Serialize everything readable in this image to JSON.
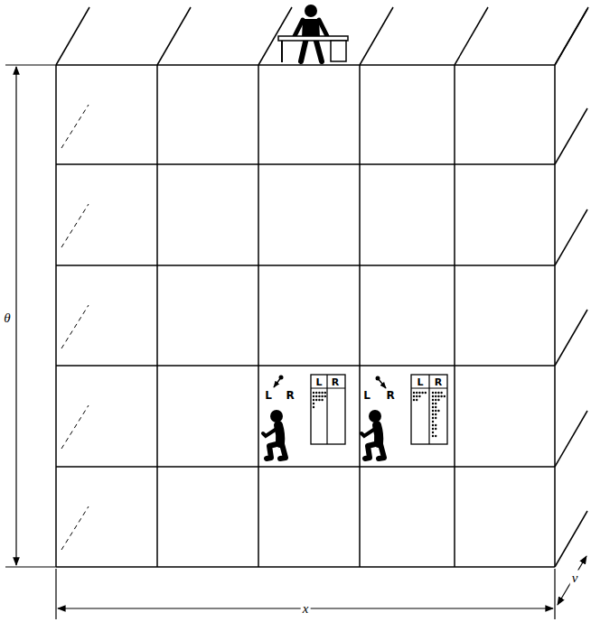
{
  "diagram": {
    "labels": [
      "θ",
      "L",
      "R",
      "L",
      "R",
      "L",
      "R",
      "L",
      "R",
      "x",
      "v"
    ]
  }
}
